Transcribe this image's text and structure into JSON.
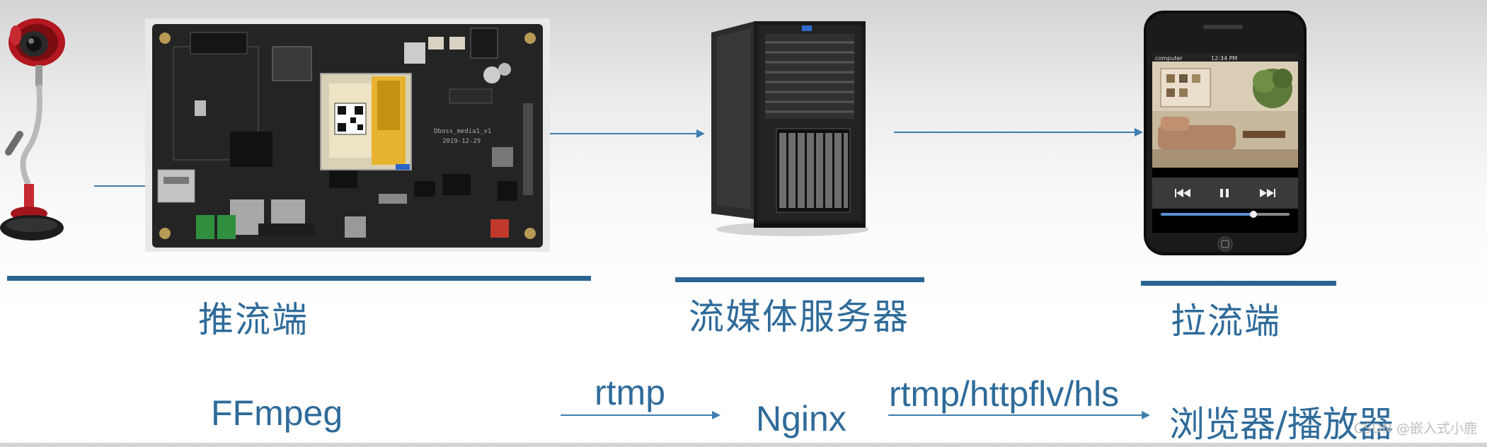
{
  "sections": {
    "push": {
      "label": "推流端"
    },
    "server": {
      "label": "流媒体服务器"
    },
    "pull": {
      "label": "拉流端"
    }
  },
  "flow": {
    "source": "FFmpeg",
    "protocol_1": "rtmp",
    "server": "Nginx",
    "protocol_2": "rtmp/httpflv/hls",
    "client": "浏览器/播放器"
  },
  "board": {
    "silk_1": "Dboss_media1_v1",
    "silk_2": "2019-12-29"
  },
  "phone": {
    "status_left": "computer",
    "status_time": "12:34 PM",
    "icons": [
      "rewind-icon",
      "pause-icon",
      "fast-forward-icon"
    ],
    "progress": 0.72
  },
  "watermark": "CSDN @嵌入式小鹿",
  "colors": {
    "accent": "#2f6b9a",
    "bar": "#2a6592",
    "arrow": "#3f7fae"
  }
}
